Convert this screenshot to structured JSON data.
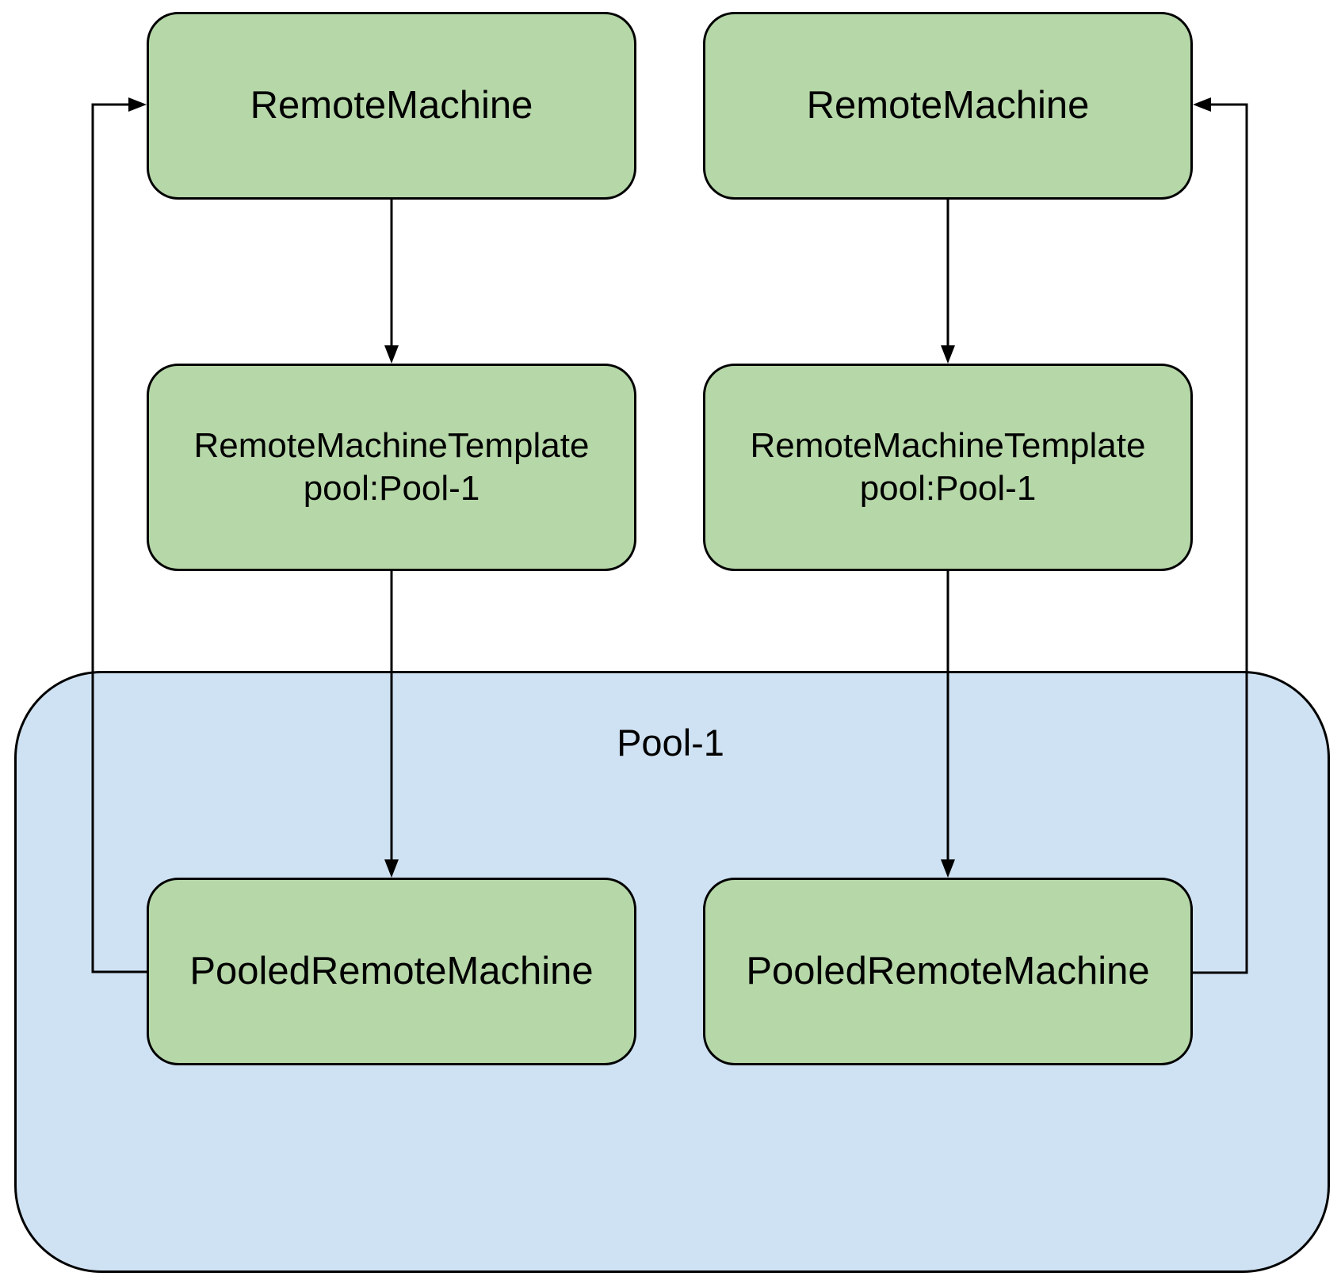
{
  "diagram": {
    "title": "",
    "colors": {
      "node_fill": "#b6d7a8",
      "pool_fill": "#cfe2f3",
      "line": "#000000",
      "background": "#ffffff"
    },
    "nodes": {
      "remote_machine_1": {
        "label": "RemoteMachine"
      },
      "remote_machine_2": {
        "label": "RemoteMachine"
      },
      "template_1": {
        "label": "RemoteMachineTemplate",
        "sublabel": "pool:Pool-1"
      },
      "template_2": {
        "label": "RemoteMachineTemplate",
        "sublabel": "pool:Pool-1"
      },
      "pooled_1": {
        "label": "PooledRemoteMachine"
      },
      "pooled_2": {
        "label": "PooledRemoteMachine"
      }
    },
    "pool": {
      "label": "Pool-1"
    },
    "edges": [
      {
        "from": "remote_machine_1",
        "to": "template_1",
        "direction": "down"
      },
      {
        "from": "remote_machine_2",
        "to": "template_2",
        "direction": "down"
      },
      {
        "from": "template_1",
        "to": "pooled_1",
        "direction": "down"
      },
      {
        "from": "template_2",
        "to": "pooled_2",
        "direction": "down"
      },
      {
        "from": "pooled_1",
        "to": "remote_machine_1",
        "direction": "loop-left"
      },
      {
        "from": "pooled_2",
        "to": "remote_machine_2",
        "direction": "loop-right"
      }
    ]
  }
}
